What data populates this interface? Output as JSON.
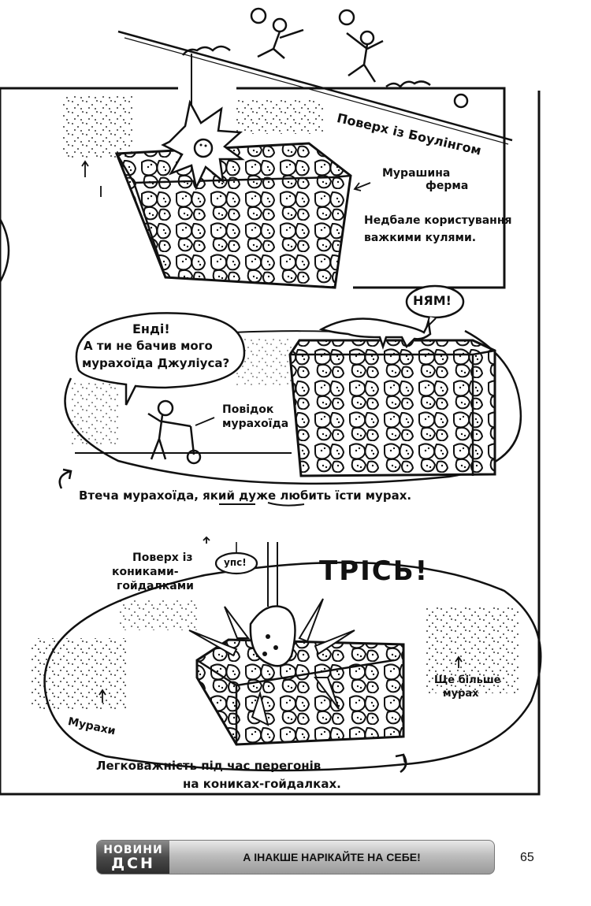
{
  "panel1": {
    "floor_label": "Поверх із Боулінгом",
    "farm_label_1": "Мурашина",
    "farm_label_2": "ферма",
    "caption_1": "Недбале користування",
    "caption_2": "важкими кулями."
  },
  "panel2": {
    "speech_1": "Енді!",
    "speech_2": "А ти не бачив мого",
    "speech_3": "мурахоїда Джуліуса?",
    "nyam": "НЯМ!",
    "leash_1": "Повідок",
    "leash_2": "мурахоїда",
    "caption": "Втеча мурахоїда, який дуже любить їсти мурах."
  },
  "panel3": {
    "floor_1": "Поверх із",
    "floor_2": "кониками-",
    "floor_3": "гойдалками",
    "ups": "упс!",
    "crash": "ТРІСЬ!",
    "more_ants_1": "Ще більше",
    "more_ants_2": "мурах",
    "ants": "Мурахи",
    "caption_1": "Легковажність під час перегонів",
    "caption_2": "на кониках-гойдалках."
  },
  "footer": {
    "logo_line1": "НОВИНИ",
    "logo_line2": "ДСН",
    "title": "А ІНАКШЕ НАРІКАЙТЕ НА СЕБЕ!",
    "page_number": "65"
  }
}
